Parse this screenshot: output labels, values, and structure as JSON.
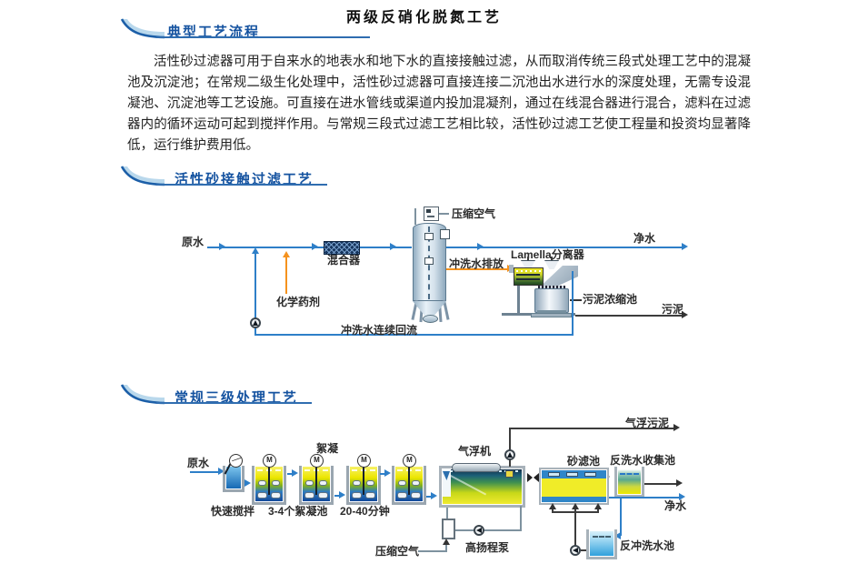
{
  "page": {
    "title": "两级反硝化脱氮工艺"
  },
  "sections": [
    {
      "heading": "典型工艺流程"
    },
    {
      "heading": "活性砂接触过滤工艺"
    },
    {
      "heading": "常规三级处理工艺"
    }
  ],
  "intro_paragraph": "活性砂过滤器可用于自来水的地表水和地下水的直接接触过滤，从而取消传统三段式处理工艺中的混凝池及沉淀池；在常规二级生化处理中，活性砂过滤器可直接连接二沉池出水进行水的深度处理，无需专设混凝池、沉淀池等工艺设施。可直接在进水管线或渠道内投加混凝剂，通过在线混合器进行混合，滤料在过滤器内的循环运动可起到搅拌作用。与常规三段式过滤工艺相比较，活性砂过滤工艺使工程量和投资均显著降低，运行维护费用低。",
  "diagram1": {
    "labels": {
      "raw_water": "原水",
      "chemical_dosing": "化学药剂",
      "mixer": "混合器",
      "compressed_air": "压缩空气",
      "wash_water_discharge": "冲洗水排放",
      "lamella_separator": "Lamella分离器",
      "clean_water": "净水",
      "sludge_thickener": "污泥浓缩池",
      "sludge": "污泥",
      "wash_water_return": "冲洗水连续回流"
    }
  },
  "diagram2": {
    "labels": {
      "raw_water": "原水",
      "rapid_mixing": "快速搅拌",
      "flocculation": "絮凝",
      "floc_tanks": "3-4个絮凝池",
      "retention_time": "20-40分钟",
      "daf_unit": "气浮机",
      "daf_sludge": "气浮污泥",
      "sand_filter": "砂滤池",
      "backwash_collection_tank": "反洗水收集池",
      "clean_water": "净水",
      "compressed_air": "压缩空气",
      "high_lift_pump": "高扬程泵",
      "backwash_tank": "反冲洗水池",
      "motor": "M"
    }
  },
  "colors": {
    "heading_blue": "#1553a0",
    "flow_blue": "#2e7fc8",
    "dosing_orange": "#f5921e"
  }
}
